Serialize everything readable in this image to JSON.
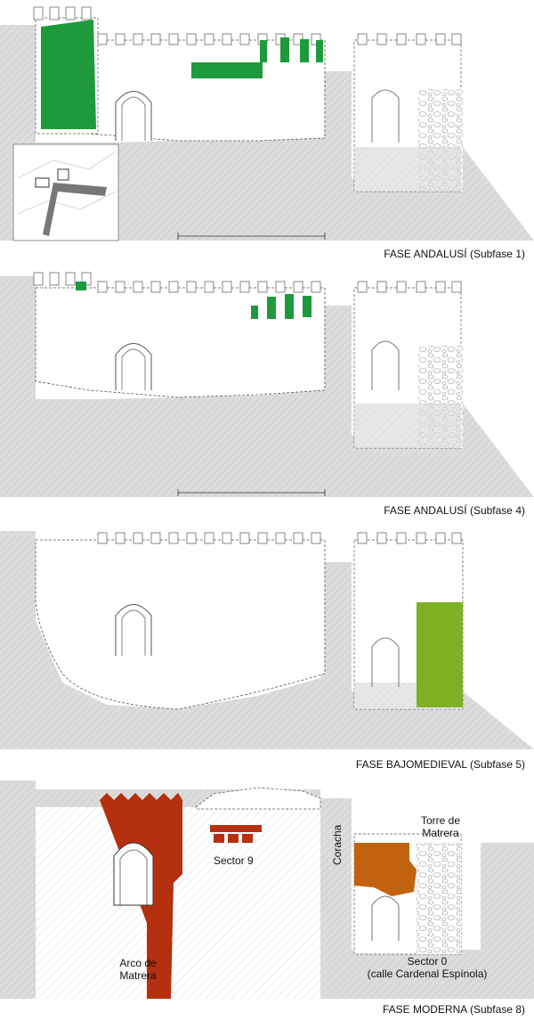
{
  "panels": [
    {
      "caption": "FASE ANDALUSÍ (Subfase 1)"
    },
    {
      "caption": "FASE ANDALUSÍ (Subfase 4)"
    },
    {
      "caption": "FASE BAJOMEDIEVAL (Subfase 5)"
    },
    {
      "caption": "FASE MODERNA (Subfase 8)"
    }
  ],
  "labels": {
    "sector9": "Sector 9",
    "coracha": "Coracha",
    "torre": "Torre de\nMatrera",
    "arco": "Arco de\nMatrera",
    "sector0": "Sector 0\n(calle Cardenal Espínola)"
  },
  "colors": {
    "andalusi": "#1e9a3c",
    "bajomedieval": "#7fb022",
    "moderna_red": "#b5300f",
    "moderna_orange": "#c0620f",
    "ground": "#d9d9d9",
    "line": "#555555"
  }
}
